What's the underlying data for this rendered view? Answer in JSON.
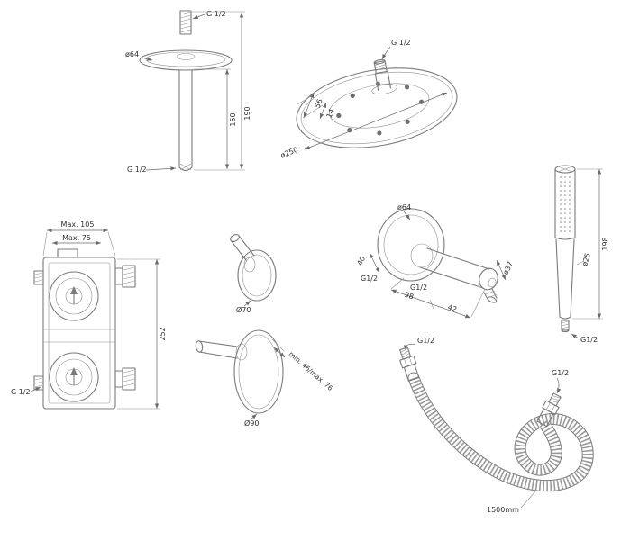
{
  "diagram": {
    "kind": "shower-set-technical-drawing",
    "colors": {
      "background": "#ffffff",
      "line": "#7b7b7b",
      "dimension": "#6a6a6a",
      "text": "#2f2f2f"
    }
  },
  "ceiling_arm": {
    "thread_top_label": "G 1/2",
    "flange_diameter_label": "ø64",
    "length_inner_label": "150",
    "length_overall_label": "190",
    "thread_bottom_label": "G 1/2"
  },
  "head_shower": {
    "thread_label": "G 1/2",
    "height_label": "56",
    "rim_label": "14",
    "diameter_label": "ø250"
  },
  "valve_body": {
    "depth_max_label": "Max. 105",
    "depth_min_label": "Max. 75",
    "height_label": "252",
    "thread_label": "G 1/2"
  },
  "trim_small": {
    "diameter_label": "Ø70"
  },
  "trim_large": {
    "diameter_label": "Ø90",
    "depth_range_label": "min. 46/max. 76"
  },
  "wall_outlet": {
    "flange_diameter_label": "ø64",
    "height_label": "40",
    "wall_thread_label": "G1/2",
    "length_label": "98",
    "outlet_thread_label": "G1/2",
    "offset_label": "42",
    "spout_diameter_label": "ø37"
  },
  "hand_shower": {
    "length_label": "198",
    "diameter_label": "ø25",
    "thread_label": "G1/2"
  },
  "hose": {
    "inlet_thread_label": "G1/2",
    "outlet_thread_label": "G1/2",
    "length_label": "1500mm"
  }
}
